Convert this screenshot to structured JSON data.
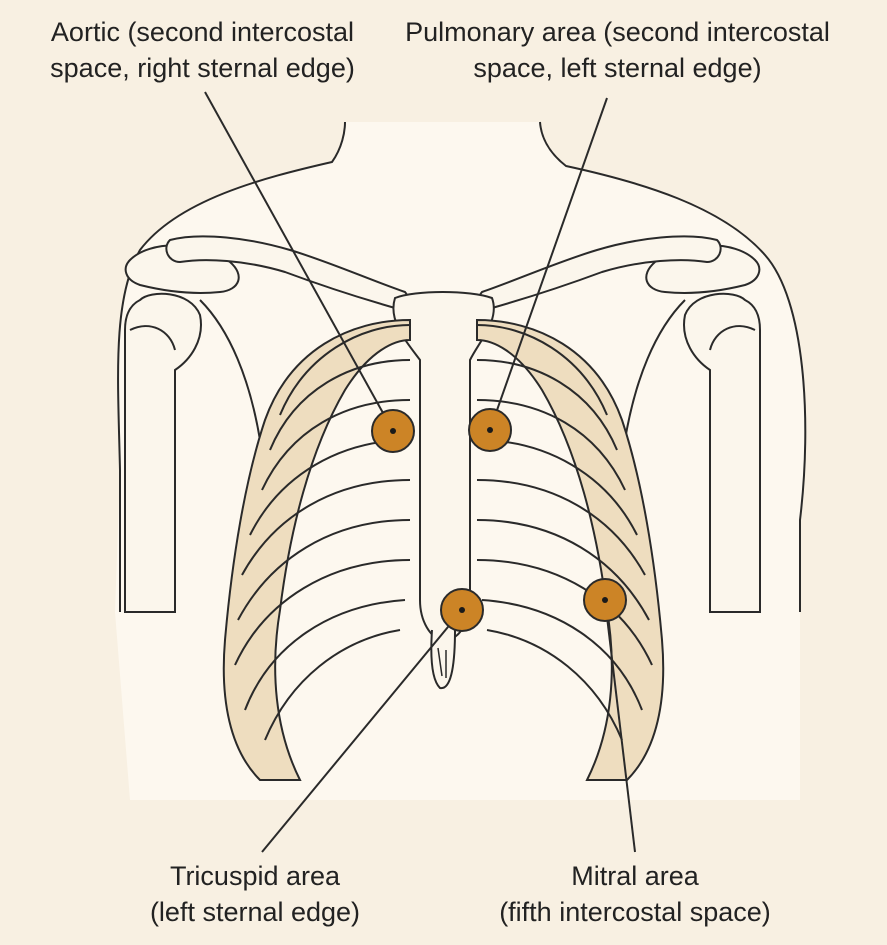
{
  "labels": {
    "aortic": {
      "line1": "Aortic (second intercostal",
      "line2": "space, right sternal edge)"
    },
    "pulmonary": {
      "line1": "Pulmonary area (second intercostal",
      "line2": "space, left sternal edge)"
    },
    "tricuspid": {
      "line1": "Tricuspid area",
      "line2": "(left sternal edge)"
    },
    "mitral": {
      "line1": "Mitral area",
      "line2": "(fifth intercostal space)"
    }
  },
  "colors": {
    "background": "#f8f0e2",
    "body": "#fdf8ef",
    "bone": "#fbf6ec",
    "cartilage": "#eeddbf",
    "outline": "#2a2a2a",
    "marker": "#cc8426"
  }
}
